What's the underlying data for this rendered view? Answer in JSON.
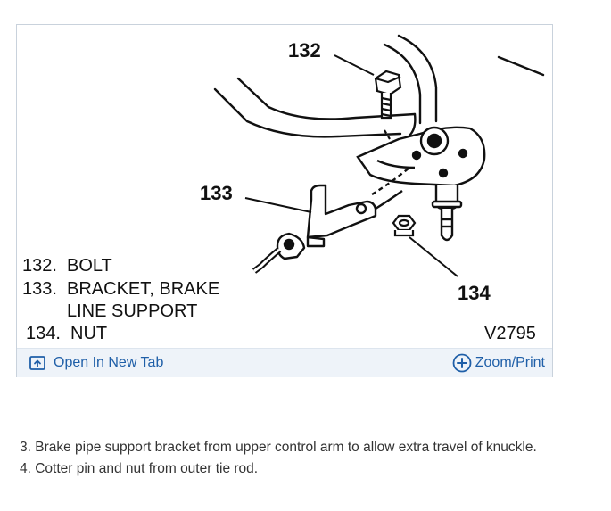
{
  "figure": {
    "callouts": {
      "bolt": "132",
      "bracket": "133",
      "nut": "134"
    },
    "legend": [
      {
        "num": "132.",
        "text": "BOLT"
      },
      {
        "num": "133.",
        "text": "BRACKET, BRAKE"
      },
      {
        "num": "",
        "text": "LINE SUPPORT"
      },
      {
        "num": "134.",
        "text": "NUT"
      }
    ],
    "code": "V2795"
  },
  "toolbar": {
    "open_label": "Open In New Tab",
    "zoom_label": "Zoom/Print",
    "accent_color": "#1f5fa8",
    "background_color": "#eef3f9"
  },
  "steps": [
    "3. Brake pipe support bracket from upper control arm to allow extra travel of knuckle.",
    "4. Cotter pin and nut from outer tie rod."
  ]
}
